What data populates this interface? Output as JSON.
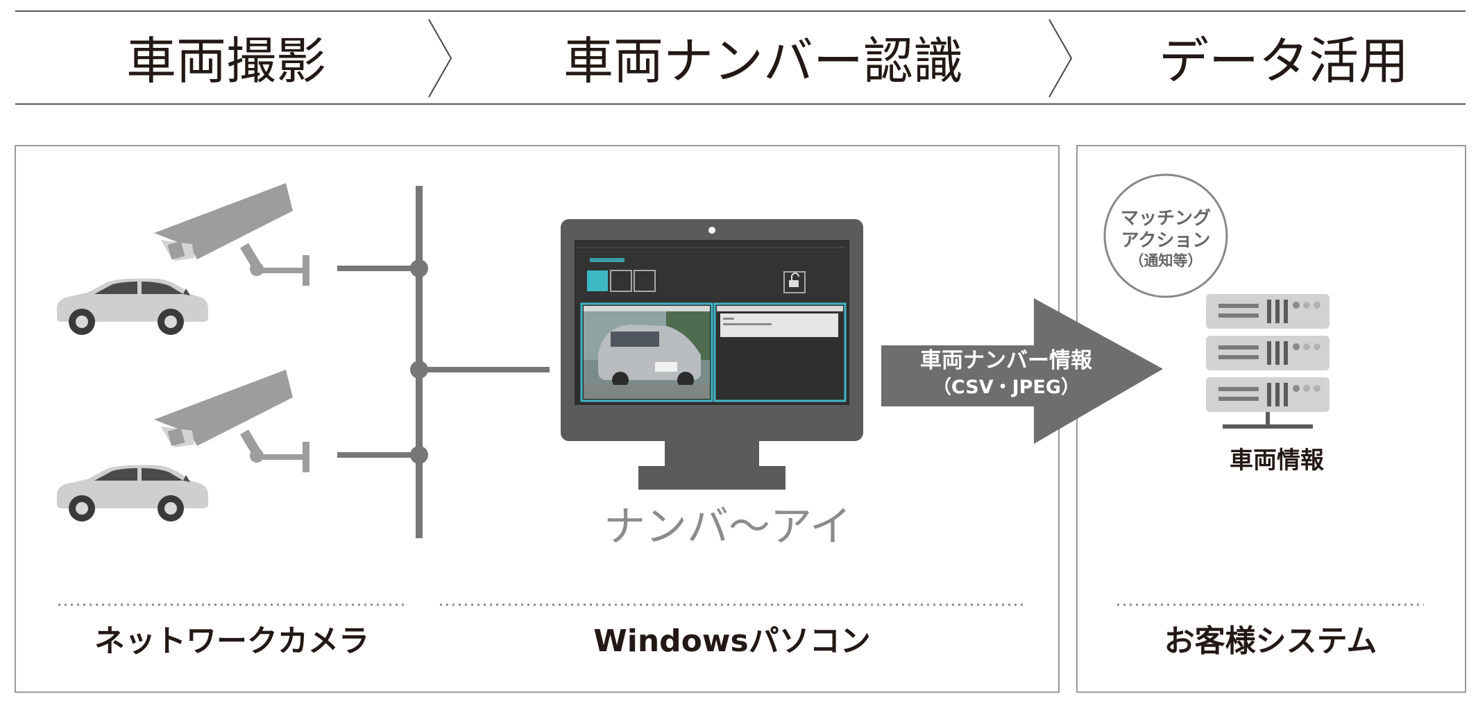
{
  "header": {
    "steps": [
      "車両撮影",
      "車両ナンバー認識",
      "データ活用"
    ]
  },
  "sections": {
    "camera_label": "ネットワークカメラ",
    "pc_label": "Windowsパソコン",
    "customer_label": "お客様システム"
  },
  "flow_arrow": {
    "line1": "車両ナンバー情報",
    "line2": "（CSV・JPEG）"
  },
  "matching": {
    "line1": "マッチング",
    "line2": "アクション",
    "line3": "（通知等）"
  },
  "server": {
    "label": "車両情報"
  },
  "software": {
    "brand": "ナンバ〜アイ"
  },
  "colors": {
    "text": "#231815",
    "gray_dark": "#7f7f7f",
    "gray_mid": "#9a9a9a",
    "gray_light": "#c9c9c9",
    "monitor": "#5b5b5b",
    "arrow": "#6e6e6e",
    "app_accent": "#3fb8c6"
  },
  "icons": [
    "car-icon",
    "camera-icon",
    "monitor-icon",
    "server-icon",
    "lock-icon"
  ]
}
